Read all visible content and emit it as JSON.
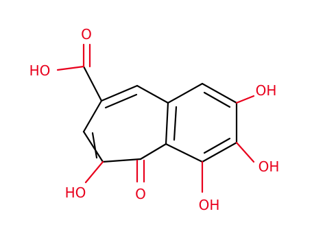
{
  "molecule": {
    "carboxyl": {
      "oxo_label": "O",
      "hydroxyl_label": "HO"
    },
    "ketone": {
      "label": "O"
    },
    "hydroxyls": [
      {
        "label": "OH"
      },
      {
        "label": "OH"
      },
      {
        "label": "OH"
      },
      {
        "label": "HO"
      }
    ]
  },
  "colors": {
    "bond": "#000000",
    "oxygen": "#e8001c",
    "background": "#ffffff"
  }
}
